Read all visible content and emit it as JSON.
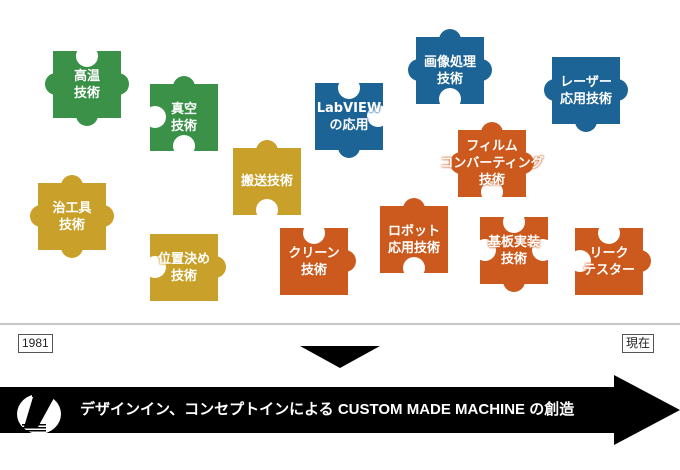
{
  "colors": {
    "green": "#3a9147",
    "gold": "#c9a02a",
    "blue": "#1d6496",
    "orange": "#cc5a1e"
  },
  "pieces": [
    {
      "id": "high-temperature",
      "label": "高温\n技術",
      "color": "green"
    },
    {
      "id": "vacuum",
      "label": "真空\n技術",
      "color": "green"
    },
    {
      "id": "jig-tooling",
      "label": "治工具\n技術",
      "color": "gold"
    },
    {
      "id": "positioning",
      "label": "位置決め\n技術",
      "color": "gold"
    },
    {
      "id": "conveyance",
      "label": "搬送技術",
      "color": "gold"
    },
    {
      "id": "labview",
      "label": "LabVIEW\nの応用",
      "color": "blue"
    },
    {
      "id": "image-processing",
      "label": "画像処理\n技術",
      "color": "blue"
    },
    {
      "id": "laser",
      "label": "レーザー\n応用技術",
      "color": "blue"
    },
    {
      "id": "film-converting",
      "label": "フィルム\nコンバーティング\n技術",
      "color": "orange"
    },
    {
      "id": "clean",
      "label": "クリーン\n技術",
      "color": "orange"
    },
    {
      "id": "robot",
      "label": "ロボット\n応用技術",
      "color": "orange"
    },
    {
      "id": "pcb-mounting",
      "label": "基板実装\n技術",
      "color": "orange"
    },
    {
      "id": "leak-tester",
      "label": "リーク\nテスター",
      "color": "orange"
    }
  ],
  "timeline": {
    "start_label": "1981",
    "end_label": "現在",
    "banner_text": "デザインイン、コンセプトインによる CUSTOM MADE MACHINE の創造"
  }
}
